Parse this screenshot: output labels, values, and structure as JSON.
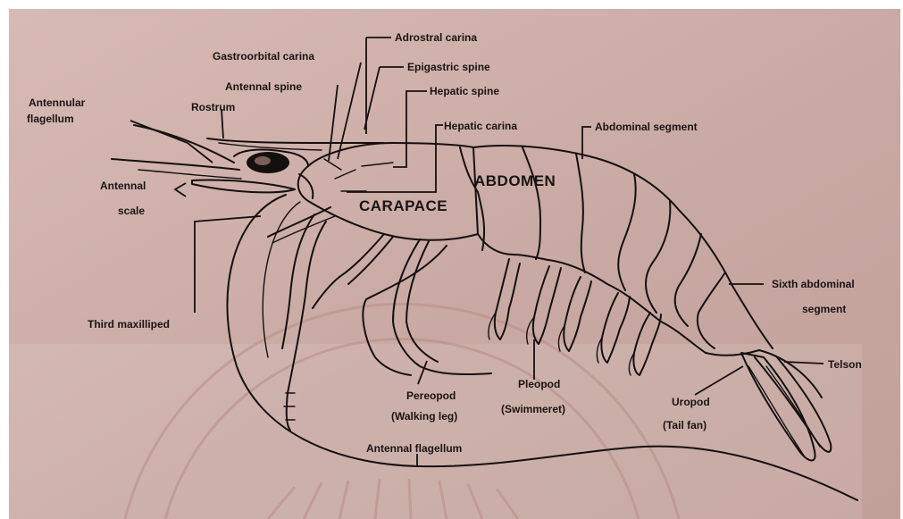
{
  "colors": {
    "paper": "#c9a9a3",
    "paper_light": "#d8bab4",
    "ink": "#141010",
    "watermark": "#b98d86"
  },
  "labels": {
    "adrostral_carina": "Adrostral carina",
    "gastroorbital_carina": "Gastroorbital carina",
    "epigastric_spine": "Epigastric spine",
    "antennal_spine": "Antennal spine",
    "hepatic_spine": "Hepatic spine",
    "antennular_flagellum_line1": "Antennular",
    "antennular_flagellum_line2": "flagellum",
    "rostrum": "Rostrum",
    "hepatic_carina": "Hepatic carina",
    "abdominal_segment": "Abdominal segment",
    "antennal_scale_line1": "Antennal",
    "antennal_scale_line2": "scale",
    "abdomen": "ABDOMEN",
    "carapace": "CARAPACE",
    "third_maxilliped": "Third maxilliped",
    "sixth_abdominal_line1": "Sixth abdominal",
    "sixth_abdominal_line2": "segment",
    "telson": "Telson",
    "pereopod_line1": "Pereopod",
    "pereopod_line2": "(Walking leg)",
    "pleopod_line1": "Pleopod",
    "pleopod_line2": "(Swimmeret)",
    "uropod_line1": "Uropod",
    "uropod_line2": "(Tail fan)",
    "antennal_flagellum": "Antennal flagellum"
  }
}
